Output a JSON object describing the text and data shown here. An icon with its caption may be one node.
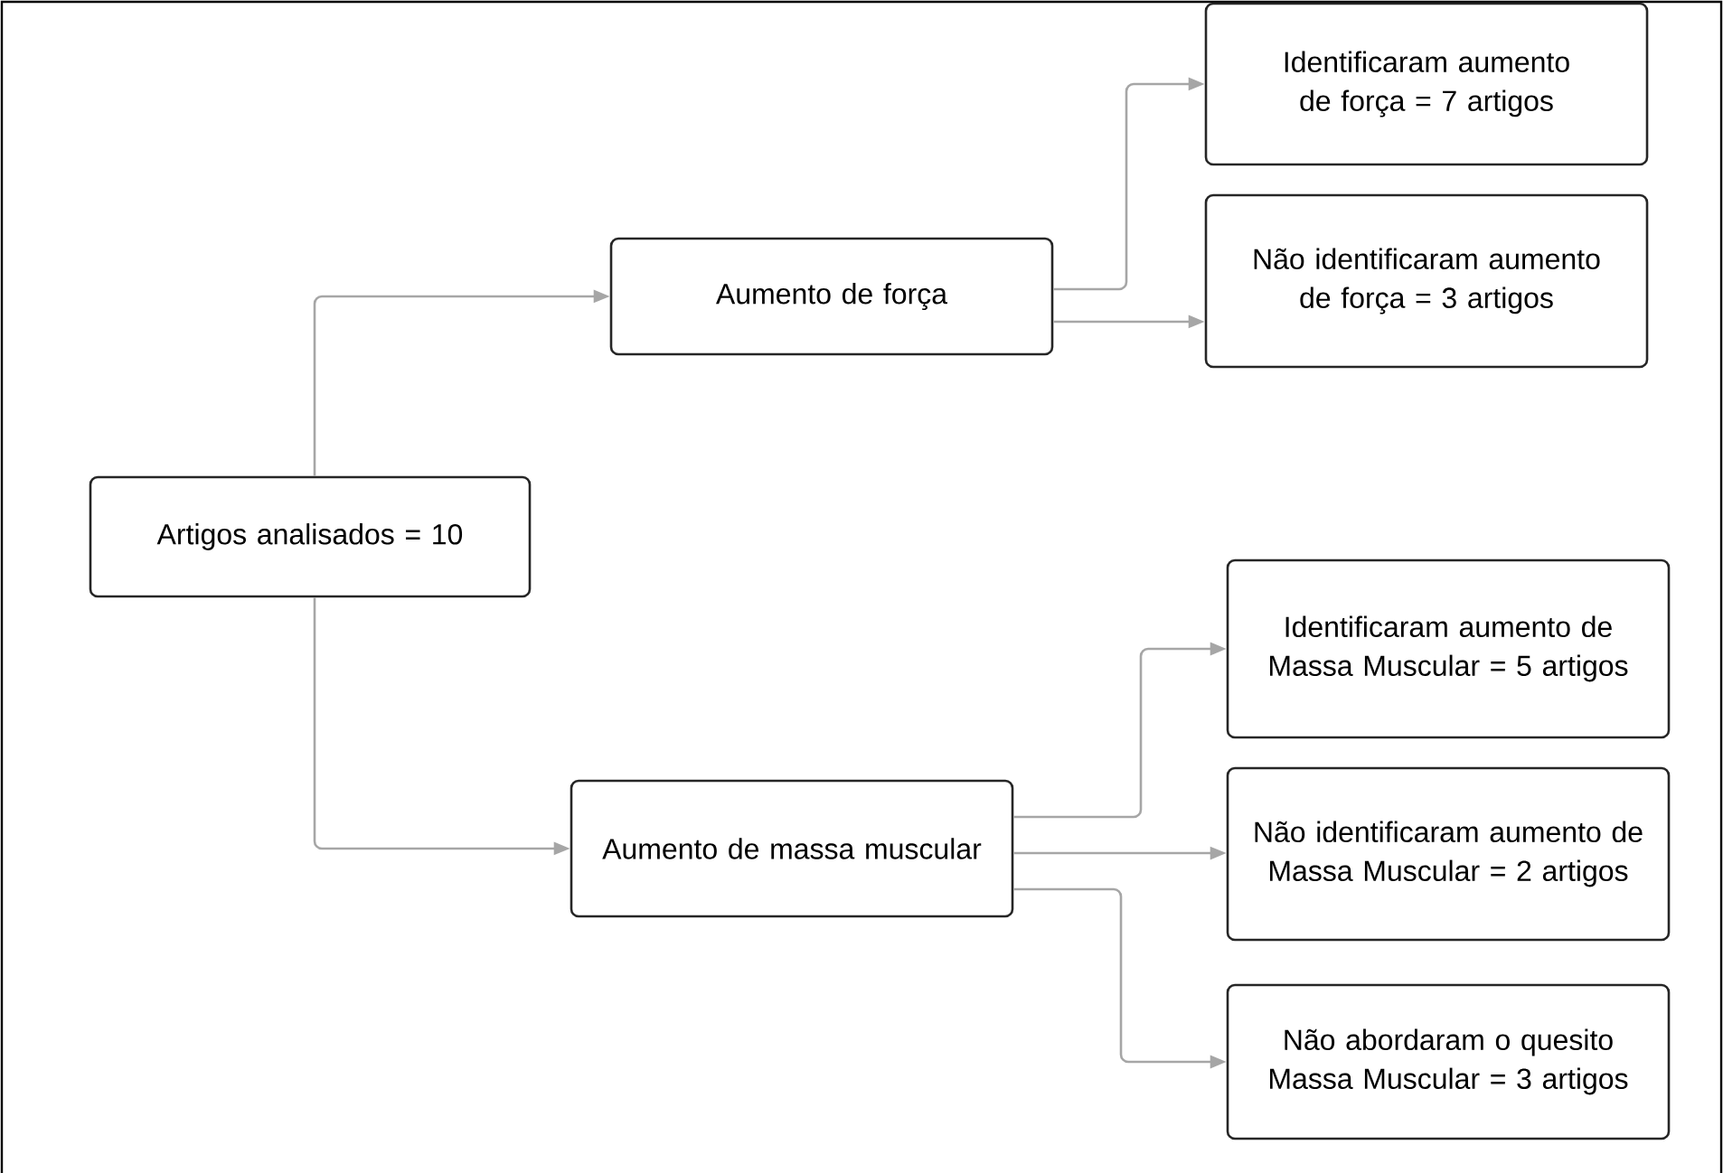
{
  "diagram": {
    "nodes": [
      {
        "text": [
          "Artigos analisados = 10"
        ]
      },
      {
        "text": [
          "Aumento de força"
        ]
      },
      {
        "text": [
          "Identificaram aumento de força = 7 artigos"
        ]
      },
      {
        "text": [
          "Não identificaram aumento de força = 3 artigos"
        ]
      },
      {
        "text": [
          "Aumento de massa muscular"
        ]
      },
      {
        "text": [
          "Identificaram aumento de Massa Muscular = 5 artigos"
        ]
      },
      {
        "text": [
          "Não identificaram aumento de Massa Muscular = 2 artigos"
        ]
      },
      {
        "text": [
          "Não abordaram o quesito Massa Muscular = 3 artigos"
        ]
      }
    ],
    "edges": [
      {
        "from": 0,
        "to": 1,
        "arrow": "to"
      },
      {
        "from": 0,
        "to": 4,
        "arrow": "to"
      },
      {
        "from": 1,
        "to": 2,
        "arrow": "to"
      },
      {
        "from": 1,
        "to": 3,
        "arrow": "to"
      },
      {
        "from": 4,
        "to": 5,
        "arrow": "to"
      },
      {
        "from": 4,
        "to": 6,
        "arrow": "to"
      },
      {
        "from": 4,
        "to": 7,
        "arrow": "to"
      }
    ]
  }
}
